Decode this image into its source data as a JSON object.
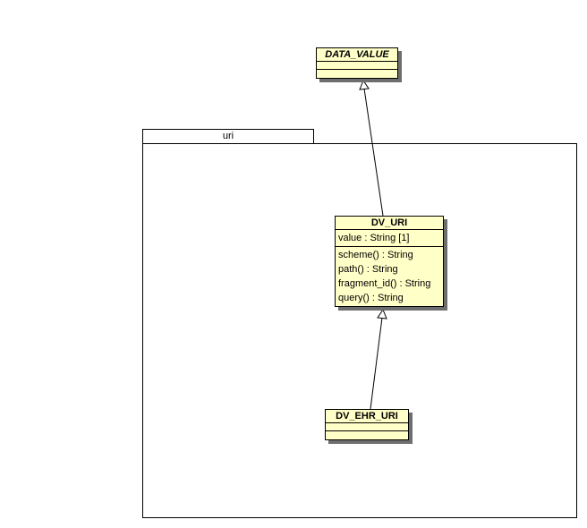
{
  "package": {
    "name": "uri"
  },
  "classes": {
    "data_value": {
      "name": "DATA_VALUE",
      "attributes": [],
      "operations": []
    },
    "dv_uri": {
      "name": "DV_URI",
      "attributes": [
        "value : String [1]"
      ],
      "operations": [
        "scheme() : String",
        "path() : String",
        "fragment_id() : String",
        "query() : String"
      ]
    },
    "dv_ehr_uri": {
      "name": "DV_EHR_URI",
      "attributes": [],
      "operations": []
    }
  },
  "relations": [
    {
      "type": "generalization",
      "from": "DV_URI",
      "to": "DATA_VALUE"
    },
    {
      "type": "generalization",
      "from": "DV_EHR_URI",
      "to": "DV_URI"
    }
  ],
  "colors": {
    "class_fill": "#ffffc8",
    "shadow": "#6e6e6e",
    "line": "#000000"
  }
}
